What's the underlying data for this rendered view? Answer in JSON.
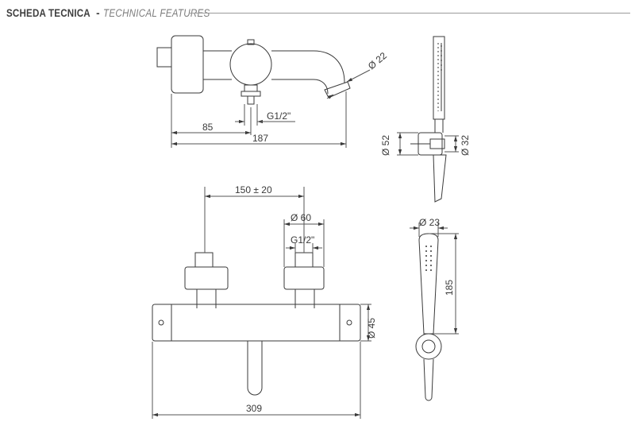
{
  "header": {
    "title": "SCHEDA TECNICA",
    "separator": "-",
    "subtitle": "TECHNICAL FEATURES"
  },
  "dimensions": {
    "top_view": {
      "spout_diameter": "Ø 22",
      "inlet_thread": "G1/2\"",
      "inlet_offset": "85",
      "total_depth": "187"
    },
    "holder_side": {
      "base_diameter": "Ø 52",
      "holder_diameter": "Ø 32"
    },
    "front_view": {
      "inlet_distance": "150 ± 20",
      "flange_diameter": "Ø 60",
      "inlet_thread": "G1/2\"",
      "body_diameter": "Ø 45",
      "total_width": "309"
    },
    "hand_shower": {
      "head_diameter": "Ø 23",
      "length": "185"
    }
  },
  "colors": {
    "line": "#3a3a3a",
    "dim_line": "#555555",
    "header_rule": "#9a9a9a",
    "subtitle": "#7d7d7d"
  }
}
